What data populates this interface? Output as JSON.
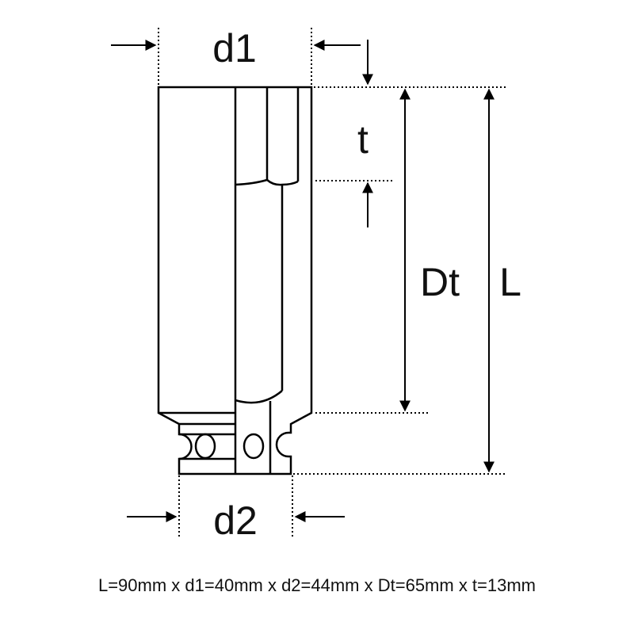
{
  "labels": {
    "d1": "d1",
    "d2": "d2",
    "t": "t",
    "Dt": "Dt",
    "L": "L"
  },
  "caption": "L=90mm x d1=40mm x d2=44mm x Dt=65mm x t=13mm"
}
